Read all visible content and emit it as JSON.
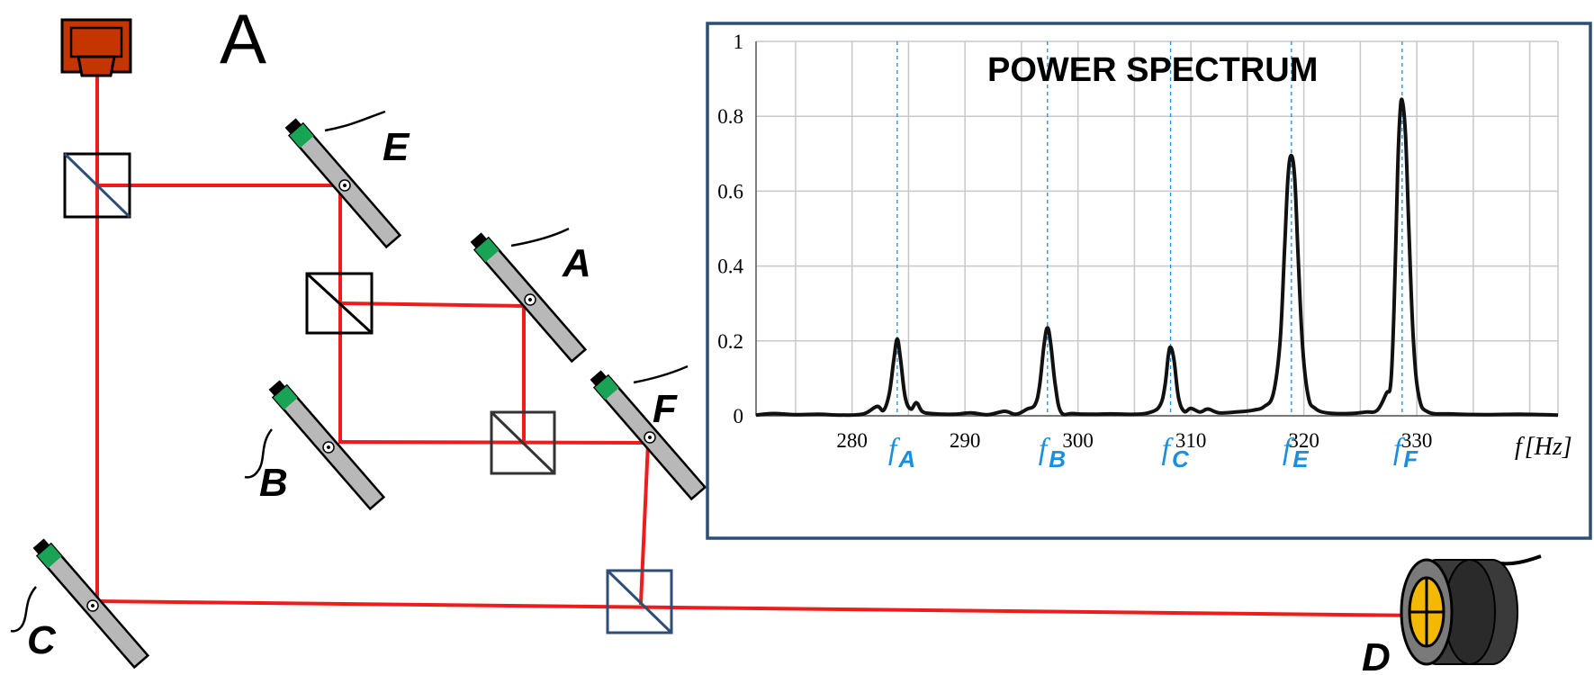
{
  "figure_label": "A",
  "components": {
    "mirror_labels": [
      "E",
      "A",
      "B",
      "F",
      "C"
    ],
    "detector_label": "D"
  },
  "chart_data": {
    "type": "line",
    "title": "POWER SPECTRUM",
    "xlabel_var": "f",
    "xlabel_unit": "[Hz]",
    "xlim": [
      271.5,
      342.5
    ],
    "ylim": [
      0,
      1
    ],
    "x_ticks": [
      "280",
      "290",
      "300",
      "310",
      "320",
      "330"
    ],
    "x_tick_values": [
      280,
      290,
      300,
      310,
      320,
      330
    ],
    "y_ticks": [
      "0",
      "0.2",
      "0.4",
      "0.6",
      "0.8",
      "1"
    ],
    "y_tick_values": [
      0,
      0.2,
      0.4,
      0.6,
      0.8,
      1
    ],
    "grid": true,
    "peaks": [
      {
        "label": "A",
        "x": 284.0,
        "y": 0.205
      },
      {
        "label": "B",
        "x": 297.3,
        "y": 0.235
      },
      {
        "label": "C",
        "x": 308.2,
        "y": 0.183
      },
      {
        "label": "E",
        "x": 318.9,
        "y": 0.695
      },
      {
        "label": "F",
        "x": 328.7,
        "y": 0.843
      }
    ],
    "series_points": [
      [
        271.5,
        0.002
      ],
      [
        273,
        0.006
      ],
      [
        275,
        0.003
      ],
      [
        277,
        0.004
      ],
      [
        279,
        0.002
      ],
      [
        281,
        0.005
      ],
      [
        282.2,
        0.025
      ],
      [
        282.8,
        0.015
      ],
      [
        283.3,
        0.06
      ],
      [
        283.7,
        0.15
      ],
      [
        284.0,
        0.205
      ],
      [
        284.3,
        0.15
      ],
      [
        284.7,
        0.05
      ],
      [
        285.2,
        0.018
      ],
      [
        285.7,
        0.035
      ],
      [
        286.2,
        0.012
      ],
      [
        287,
        0.006
      ],
      [
        289,
        0.004
      ],
      [
        290.5,
        0.008
      ],
      [
        292,
        0.003
      ],
      [
        293.5,
        0.012
      ],
      [
        294.5,
        0.004
      ],
      [
        295.5,
        0.018
      ],
      [
        296.2,
        0.03
      ],
      [
        296.6,
        0.08
      ],
      [
        297.0,
        0.19
      ],
      [
        297.3,
        0.235
      ],
      [
        297.6,
        0.19
      ],
      [
        298.0,
        0.08
      ],
      [
        298.5,
        0.01
      ],
      [
        299.5,
        0.006
      ],
      [
        301,
        0.004
      ],
      [
        303,
        0.005
      ],
      [
        305,
        0.004
      ],
      [
        306.5,
        0.01
      ],
      [
        307.3,
        0.03
      ],
      [
        307.7,
        0.08
      ],
      [
        308.0,
        0.16
      ],
      [
        308.2,
        0.183
      ],
      [
        308.5,
        0.15
      ],
      [
        308.9,
        0.05
      ],
      [
        309.4,
        0.012
      ],
      [
        310,
        0.02
      ],
      [
        310.8,
        0.01
      ],
      [
        311.5,
        0.018
      ],
      [
        312.5,
        0.008
      ],
      [
        314,
        0.01
      ],
      [
        315.5,
        0.015
      ],
      [
        316.5,
        0.025
      ],
      [
        317.3,
        0.06
      ],
      [
        317.9,
        0.2
      ],
      [
        318.3,
        0.45
      ],
      [
        318.6,
        0.64
      ],
      [
        318.9,
        0.695
      ],
      [
        319.2,
        0.63
      ],
      [
        319.5,
        0.42
      ],
      [
        319.9,
        0.18
      ],
      [
        320.4,
        0.05
      ],
      [
        321,
        0.02
      ],
      [
        322,
        0.008
      ],
      [
        324,
        0.006
      ],
      [
        325.5,
        0.01
      ],
      [
        326.5,
        0.015
      ],
      [
        327.3,
        0.06
      ],
      [
        327.7,
        0.09
      ],
      [
        328.0,
        0.3
      ],
      [
        328.3,
        0.65
      ],
      [
        328.5,
        0.8
      ],
      [
        328.7,
        0.843
      ],
      [
        329.0,
        0.75
      ],
      [
        329.3,
        0.5
      ],
      [
        329.7,
        0.2
      ],
      [
        330.2,
        0.05
      ],
      [
        331,
        0.01
      ],
      [
        333,
        0.005
      ],
      [
        336,
        0.003
      ],
      [
        339,
        0.004
      ],
      [
        342.5,
        0.002
      ]
    ],
    "line_color": "#111111",
    "marker_color": "#1a8fe0"
  },
  "colors": {
    "beam": "#ee1c1c",
    "mirror": "#b8b8b8",
    "mount": "#19a355",
    "source": "#c43500",
    "detector_face": "#f5b800",
    "chart_border": "#2e4e78",
    "connector": "#5b9bd5"
  }
}
